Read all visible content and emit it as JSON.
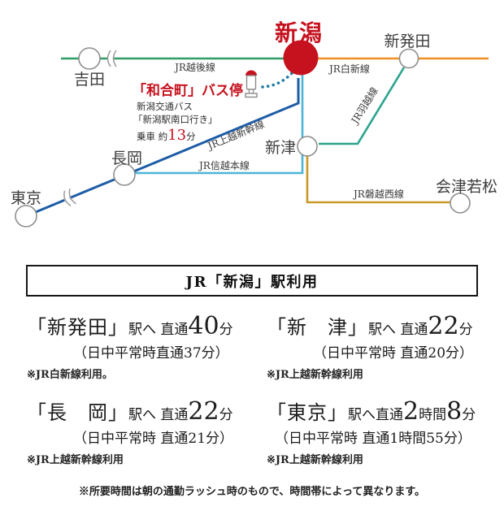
{
  "map": {
    "stations": {
      "niigata": "新潟",
      "yoshida": "吉田",
      "shibata": "新発田",
      "nagaoka": "長岡",
      "niitsu": "新津",
      "tokyo": "東京",
      "aizuwakamatsu": "会津若松"
    },
    "lines": {
      "echigo": {
        "label": "JR越後線",
        "color": "#2f9e68"
      },
      "hakushin": {
        "label": "JR白新線",
        "color": "#ef8f22"
      },
      "uetsu": {
        "label": "JR羽越線",
        "color": "#2aa38d"
      },
      "joetsu": {
        "label": "JR上越新幹線",
        "color": "#1e5da6"
      },
      "shinetsu": {
        "label": "JR信越本線",
        "color": "#4db4d7"
      },
      "banetsu": {
        "label": "JR磐越西線",
        "color": "#c89a26"
      }
    },
    "accent_red": "#c6121f",
    "bus": {
      "stop": "「和合町」バス停",
      "operator": "新潟交通バス",
      "destination": "「新潟駅南口行き」",
      "ride_prefix": "乗車 約",
      "ride_minutes": "13",
      "ride_suffix": "分"
    }
  },
  "panel": {
    "title": "JR「新潟」駅利用",
    "entries": [
      {
        "station": "「新発田」",
        "time": [
          {
            "text": "駅へ 直通"
          },
          {
            "text": "40"
          },
          {
            "text": "分"
          }
        ],
        "daytime": "（日中平常時直通37分）",
        "note": "※JR白新線利用。"
      },
      {
        "station": "「新　津」",
        "time": [
          {
            "text": "駅へ 直通"
          },
          {
            "text": "22"
          },
          {
            "text": "分"
          }
        ],
        "daytime": "（日中平常時 直通20分）",
        "note": "※JR上越新幹線利用"
      },
      {
        "station": "「長　岡」",
        "time": [
          {
            "text": "駅へ 直通"
          },
          {
            "text": "22"
          },
          {
            "text": "分"
          }
        ],
        "daytime": "（日中平常時 直通21分）",
        "note": "※JR上越新幹線利用"
      },
      {
        "station": "「東京」",
        "time": [
          {
            "text": "駅へ直通"
          },
          {
            "text": "2"
          },
          {
            "text": "時間"
          },
          {
            "text": "8"
          },
          {
            "text": "分"
          }
        ],
        "daytime": "（日中平常時 直通1時間55分）",
        "note": "※JR上越新幹線利用"
      }
    ],
    "footnote": "※所要時間は朝の通勤ラッシュ時のもので、時間帯によって異なります。"
  }
}
